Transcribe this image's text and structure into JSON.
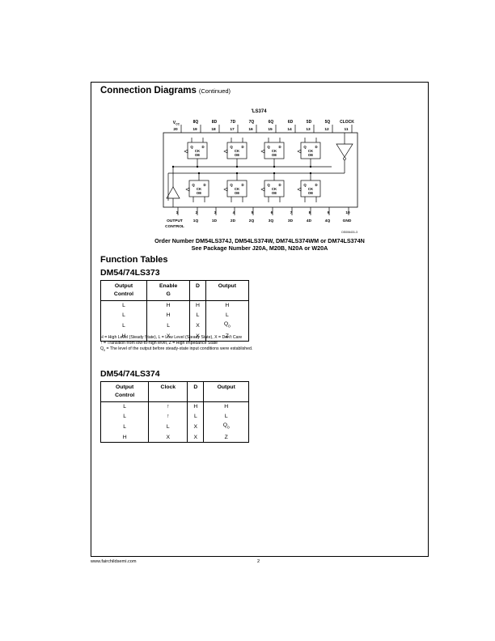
{
  "header": {
    "title": "Connection Diagrams",
    "continued": "(Continued)"
  },
  "diagram": {
    "part_label": "'LS374",
    "vcc": "V",
    "vcc_sub": "CC",
    "top_pins": [
      "20",
      "19",
      "18",
      "17",
      "16",
      "15",
      "14",
      "13",
      "12",
      "11"
    ],
    "top_labels": [
      "8Q",
      "8D",
      "7D",
      "7Q",
      "6Q",
      "6D",
      "5D",
      "5Q",
      "CLOCK"
    ],
    "bottom_pins": [
      "1",
      "2",
      "3",
      "4",
      "5",
      "6",
      "7",
      "8",
      "9",
      "10"
    ],
    "bottom_labels": [
      "OUTPUT",
      "1Q",
      "1D",
      "2D",
      "2Q",
      "3Q",
      "3D",
      "4D",
      "4Q",
      "GND"
    ],
    "output_control_line2": "CONTROL",
    "ff_q": "Q",
    "ff_d": "D",
    "ff_ck": "CK",
    "ff_oe": "OE",
    "doc_number": "DS006431-3"
  },
  "order": {
    "line1": "Order Number DM54LS374J, DM54LS374W, DM74LS374WM or DM74LS374N",
    "line2": "See Package Number J20A, M20B, N20A or W20A"
  },
  "function_tables": {
    "title": "Function Tables",
    "t373": {
      "title": "DM54/74LS373",
      "headers": [
        {
          "l1": "Output",
          "l2": "Control"
        },
        {
          "l1": "Enable",
          "l2": "G"
        },
        {
          "l1": "D",
          "l2": ""
        },
        {
          "l1": "Output",
          "l2": ""
        }
      ],
      "rows": [
        [
          "L",
          "H",
          "H",
          "H"
        ],
        [
          "L",
          "H",
          "L",
          "L"
        ],
        [
          "L",
          "L",
          "X",
          "Q"
        ],
        [
          "H",
          "X",
          "X",
          "Z"
        ]
      ],
      "q0_sub": "0"
    },
    "notes": {
      "n1": "H = High Level (Steady State), L = Low Level (Steady State), X = Don't Care",
      "n2": "↑ = Transition from low-to-high level, Z = High Impedance State",
      "n3a": "Q",
      "n3sub": "0",
      "n3b": " = The level of the output before steady-state input conditions were established."
    },
    "t374": {
      "title": "DM54/74LS374",
      "headers": [
        {
          "l1": "Output",
          "l2": "Control"
        },
        {
          "l1": "Clock",
          "l2": ""
        },
        {
          "l1": "D",
          "l2": ""
        },
        {
          "l1": "Output",
          "l2": ""
        }
      ],
      "rows": [
        [
          "L",
          "↑",
          "H",
          "H"
        ],
        [
          "L",
          "↑",
          "L",
          "L"
        ],
        [
          "L",
          "L",
          "X",
          "Q"
        ],
        [
          "H",
          "X",
          "X",
          "Z"
        ]
      ],
      "q0_sub": "0"
    }
  },
  "footer": {
    "url": "www.fairchildsemi.com",
    "page": "2"
  }
}
